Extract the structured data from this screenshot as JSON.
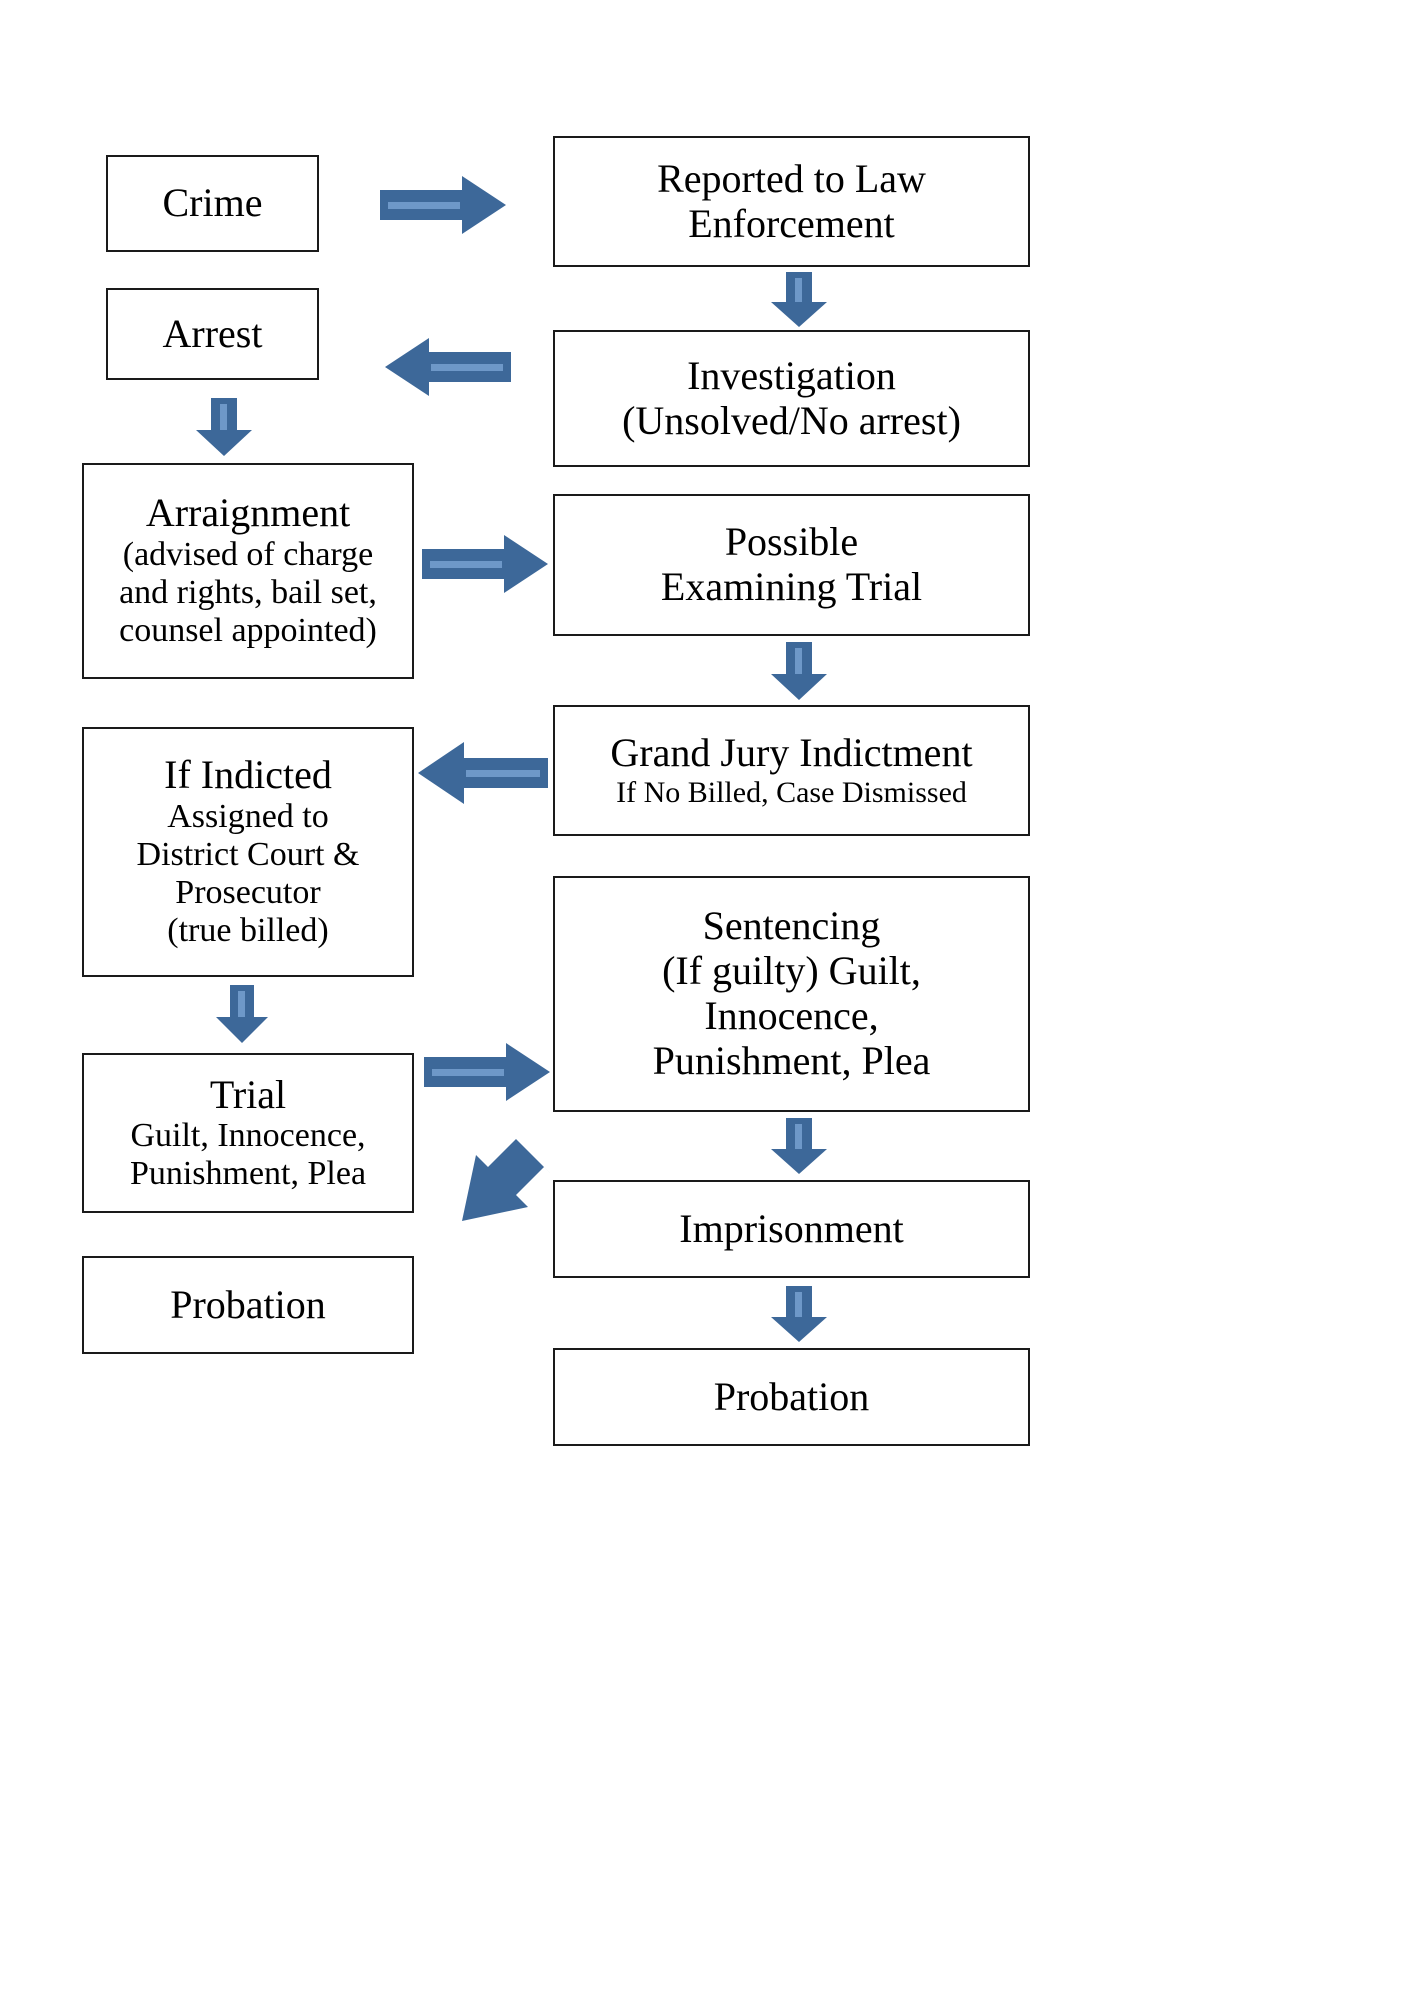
{
  "diagram": {
    "title": "Criminal Justice Process Flowchart",
    "colors": {
      "arrow_fill": "#3d6899",
      "arrow_stripe": "#6e98c8",
      "box_border": "#1a1a1a",
      "background": "#ffffff",
      "text": "#000000"
    },
    "nodes": [
      {
        "id": "crime",
        "lines": [
          "Crime"
        ]
      },
      {
        "id": "reported",
        "lines": [
          "Reported to Law",
          "Enforcement"
        ]
      },
      {
        "id": "arrest",
        "lines": [
          "Arrest"
        ]
      },
      {
        "id": "investigation",
        "lines": [
          "Investigation",
          "(Unsolved/No arrest)"
        ]
      },
      {
        "id": "arraignment",
        "lines": [
          "Arraignment",
          "(advised of charge",
          "and rights, bail set,",
          "counsel appointed)"
        ]
      },
      {
        "id": "examining",
        "lines": [
          "Possible",
          "Examining Trial"
        ]
      },
      {
        "id": "grandjury",
        "lines": [
          "Grand Jury Indictment",
          "If No Billed, Case Dismissed"
        ]
      },
      {
        "id": "indicted",
        "lines": [
          "If Indicted",
          "Assigned to",
          "District Court &",
          "Prosecutor",
          "(true billed)"
        ]
      },
      {
        "id": "sentencing",
        "lines": [
          "Sentencing",
          "(If guilty) Guilt,",
          "Innocence,",
          "Punishment, Plea"
        ]
      },
      {
        "id": "trial",
        "lines": [
          "Trial",
          "Guilt, Innocence,",
          "Punishment, Plea"
        ]
      },
      {
        "id": "imprisonment",
        "lines": [
          "Imprisonment"
        ]
      },
      {
        "id": "probation_left",
        "lines": [
          "Probation"
        ]
      },
      {
        "id": "probation_right",
        "lines": [
          "Probation"
        ]
      }
    ],
    "arrows": [
      {
        "id": "crime-to-reported",
        "direction": "right"
      },
      {
        "id": "reported-to-investigation",
        "direction": "down"
      },
      {
        "id": "investigation-to-arrest",
        "direction": "left"
      },
      {
        "id": "arrest-to-arraignment",
        "direction": "down"
      },
      {
        "id": "arraignment-to-examining",
        "direction": "right"
      },
      {
        "id": "examining-to-grandjury",
        "direction": "down"
      },
      {
        "id": "grandjury-to-indicted",
        "direction": "left"
      },
      {
        "id": "indicted-to-trial",
        "direction": "down"
      },
      {
        "id": "trial-to-sentencing",
        "direction": "right"
      },
      {
        "id": "sentencing-to-imprisonment",
        "direction": "down"
      },
      {
        "id": "sentencing-to-probation-left",
        "direction": "diagonal-down-left"
      },
      {
        "id": "imprisonment-to-probation",
        "direction": "down"
      }
    ]
  },
  "text": {
    "crime_l1": "Crime",
    "reported_l1": "Reported to Law",
    "reported_l2": "Enforcement",
    "arrest_l1": "Arrest",
    "investigation_l1": "Investigation",
    "investigation_l2": "(Unsolved/No arrest)",
    "arraignment_l1": "Arraignment",
    "arraignment_l2": "(advised of charge",
    "arraignment_l3": "and rights, bail set,",
    "arraignment_l4": "counsel appointed)",
    "examining_l1": "Possible",
    "examining_l2": "Examining Trial",
    "grandjury_l1": "Grand Jury Indictment",
    "grandjury_l2": "If No Billed, Case Dismissed",
    "indicted_l1": "If Indicted",
    "indicted_l2": "Assigned to",
    "indicted_l3": "District Court &",
    "indicted_l4": "Prosecutor",
    "indicted_l5": "(true billed)",
    "sentencing_l1": "Sentencing",
    "sentencing_l2": "(If guilty) Guilt,",
    "sentencing_l3": "Innocence,",
    "sentencing_l4": "Punishment, Plea",
    "trial_l1": "Trial",
    "trial_l2": "Guilt, Innocence,",
    "trial_l3": "Punishment, Plea",
    "imprisonment_l1": "Imprisonment",
    "probation_left_l1": "Probation",
    "probation_right_l1": "Probation"
  }
}
